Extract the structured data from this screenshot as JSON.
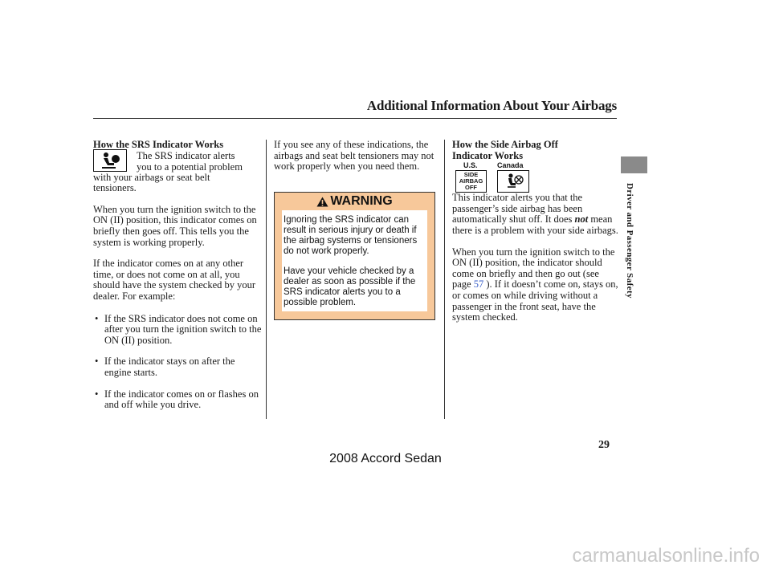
{
  "header": {
    "page_title": "Additional Information About Your Airbags",
    "side_tab": "Driver and Passenger Safety"
  },
  "col1": {
    "heading": "How the SRS Indicator Works",
    "intro_a": "The SRS indicator alerts",
    "intro_b": "you to a potential problem",
    "intro_c": "with your airbags or seat belt tensioners.",
    "para2": "When you turn the ignition switch to the ON (II) position, this indicator comes on briefly then goes off. This tells you the system is working properly.",
    "para3": "If the indicator comes on at any other time, or does not come on at all, you should have the system checked by your dealer. For example:",
    "bullets": [
      "If the SRS indicator does not come on after you turn the ignition switch to the ON (II) position.",
      "If the indicator stays on after the engine starts.",
      "If the indicator comes on or flashes on and off while you drive."
    ],
    "icon": "srs-airbag-indicator-icon"
  },
  "col2": {
    "para1": "If you see any of these indications, the airbags and seat belt tensioners may not work properly when you need them.",
    "warning": {
      "label": "WARNING",
      "icon": "warning-triangle-icon",
      "text1": "Ignoring the SRS indicator can result in serious injury or death if the airbag systems or tensioners do not work properly.",
      "text2": "Have your vehicle checked by a dealer as soon as possible if the SRS indicator alerts you to a possible problem.",
      "header_color": "#f7c89a"
    }
  },
  "col3": {
    "heading_line1": "How the Side Airbag Off",
    "heading_line2": "Indicator Works",
    "label_us": "U.S.",
    "label_canada": "Canada",
    "us_icon_text": [
      "SIDE",
      "AIRBAG",
      "OFF"
    ],
    "canada_icon": "side-airbag-off-symbol-icon",
    "para1_a": "This indicator alerts you that the passenger’s side airbag has been automatically shut off. It does ",
    "para1_not": "not",
    "para1_b": " mean there is a problem with your side airbags.",
    "para2_a": "When you turn the ignition switch to the ON (II) position, the indicator should come on briefly and then go out (see page ",
    "para2_link": "57",
    "para2_b": " ). If it doesn’t come on, stays on, or comes on while driving without a passenger in the front seat, have the system checked."
  },
  "footer": {
    "page_number": "29",
    "model": "2008  Accord  Sedan",
    "watermark": "carmanualsonline.info"
  },
  "colors": {
    "side_tab": "#8a8a8a",
    "link": "#3a5fc8"
  }
}
